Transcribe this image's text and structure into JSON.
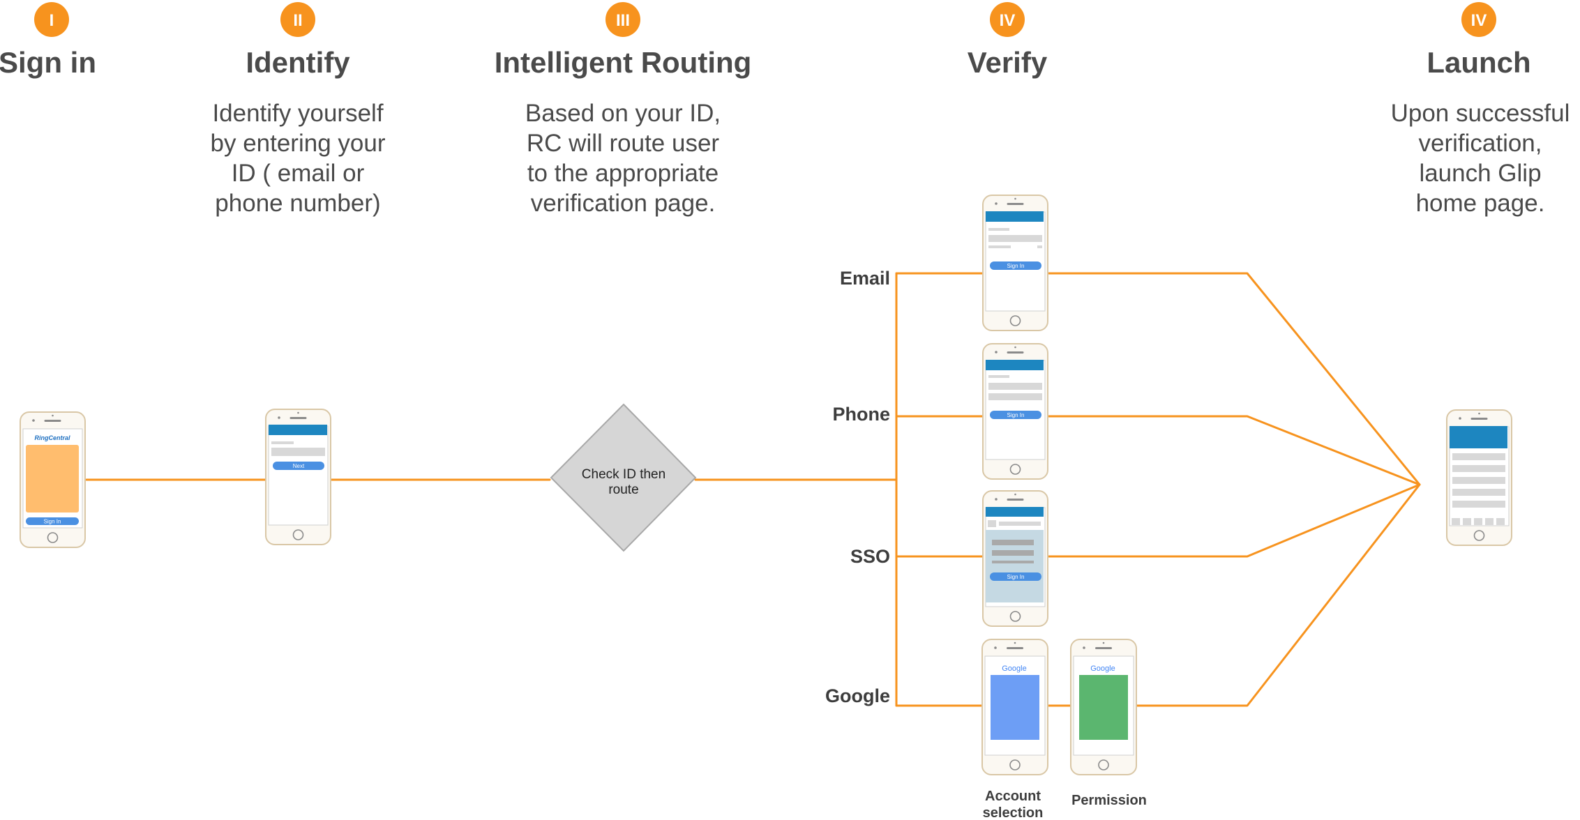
{
  "colors": {
    "accent": "#f7931e",
    "connector": "#f7931e",
    "heading": "#4a4a4a",
    "body_text": "#4a4a4a",
    "branch_label": "#3d3d3d",
    "diamond_fill": "#d6d6d6",
    "diamond_stroke": "#a8a8a8",
    "phone_frame": "#fbf8f2",
    "phone_bezel": "#d9c7a6",
    "header_blue": "#1d86c0",
    "button_blue": "#4a90e2",
    "placeholder_gray": "#d8d8d8",
    "sign_in_card": "#ffbd6e",
    "google_account_card": "#6d9ef5",
    "google_permission_card": "#5bb66f",
    "sso_panel": "#c5d9e3"
  },
  "steps": [
    {
      "numeral": "I",
      "title": "Sign in",
      "description": []
    },
    {
      "numeral": "II",
      "title": "Identify",
      "description": [
        "Identify yourself",
        "by entering your",
        "ID ( email or",
        "phone number)"
      ]
    },
    {
      "numeral": "III",
      "title": "Intelligent Routing",
      "description": [
        "Based on your ID,",
        "RC will route user",
        "to the appropriate",
        "verification page."
      ]
    },
    {
      "numeral": "IV",
      "title": "Verify",
      "description": []
    },
    {
      "numeral": "IV",
      "title": "Launch",
      "description": [
        "Upon successful",
        "verification,",
        "launch Glip",
        "home page."
      ]
    }
  ],
  "decision": {
    "lines": [
      "Check ID then",
      "route"
    ]
  },
  "branches": [
    {
      "label": "Email"
    },
    {
      "label": "Phone"
    },
    {
      "label": "SSO"
    },
    {
      "label": "Google"
    }
  ],
  "screens": {
    "sign_in": {
      "brand": "RingCentral",
      "button": "Sign In"
    },
    "identify": {
      "button": "Next"
    },
    "email": {
      "button": "Sign In"
    },
    "phone": {
      "button": "Sign In"
    },
    "sso": {
      "button": "Sign In"
    },
    "google_account": {
      "brand": "Google"
    },
    "google_permission": {
      "brand": "Google"
    }
  },
  "captions": {
    "account_selection": [
      "Account",
      "selection"
    ],
    "permission": [
      "Permission"
    ]
  }
}
